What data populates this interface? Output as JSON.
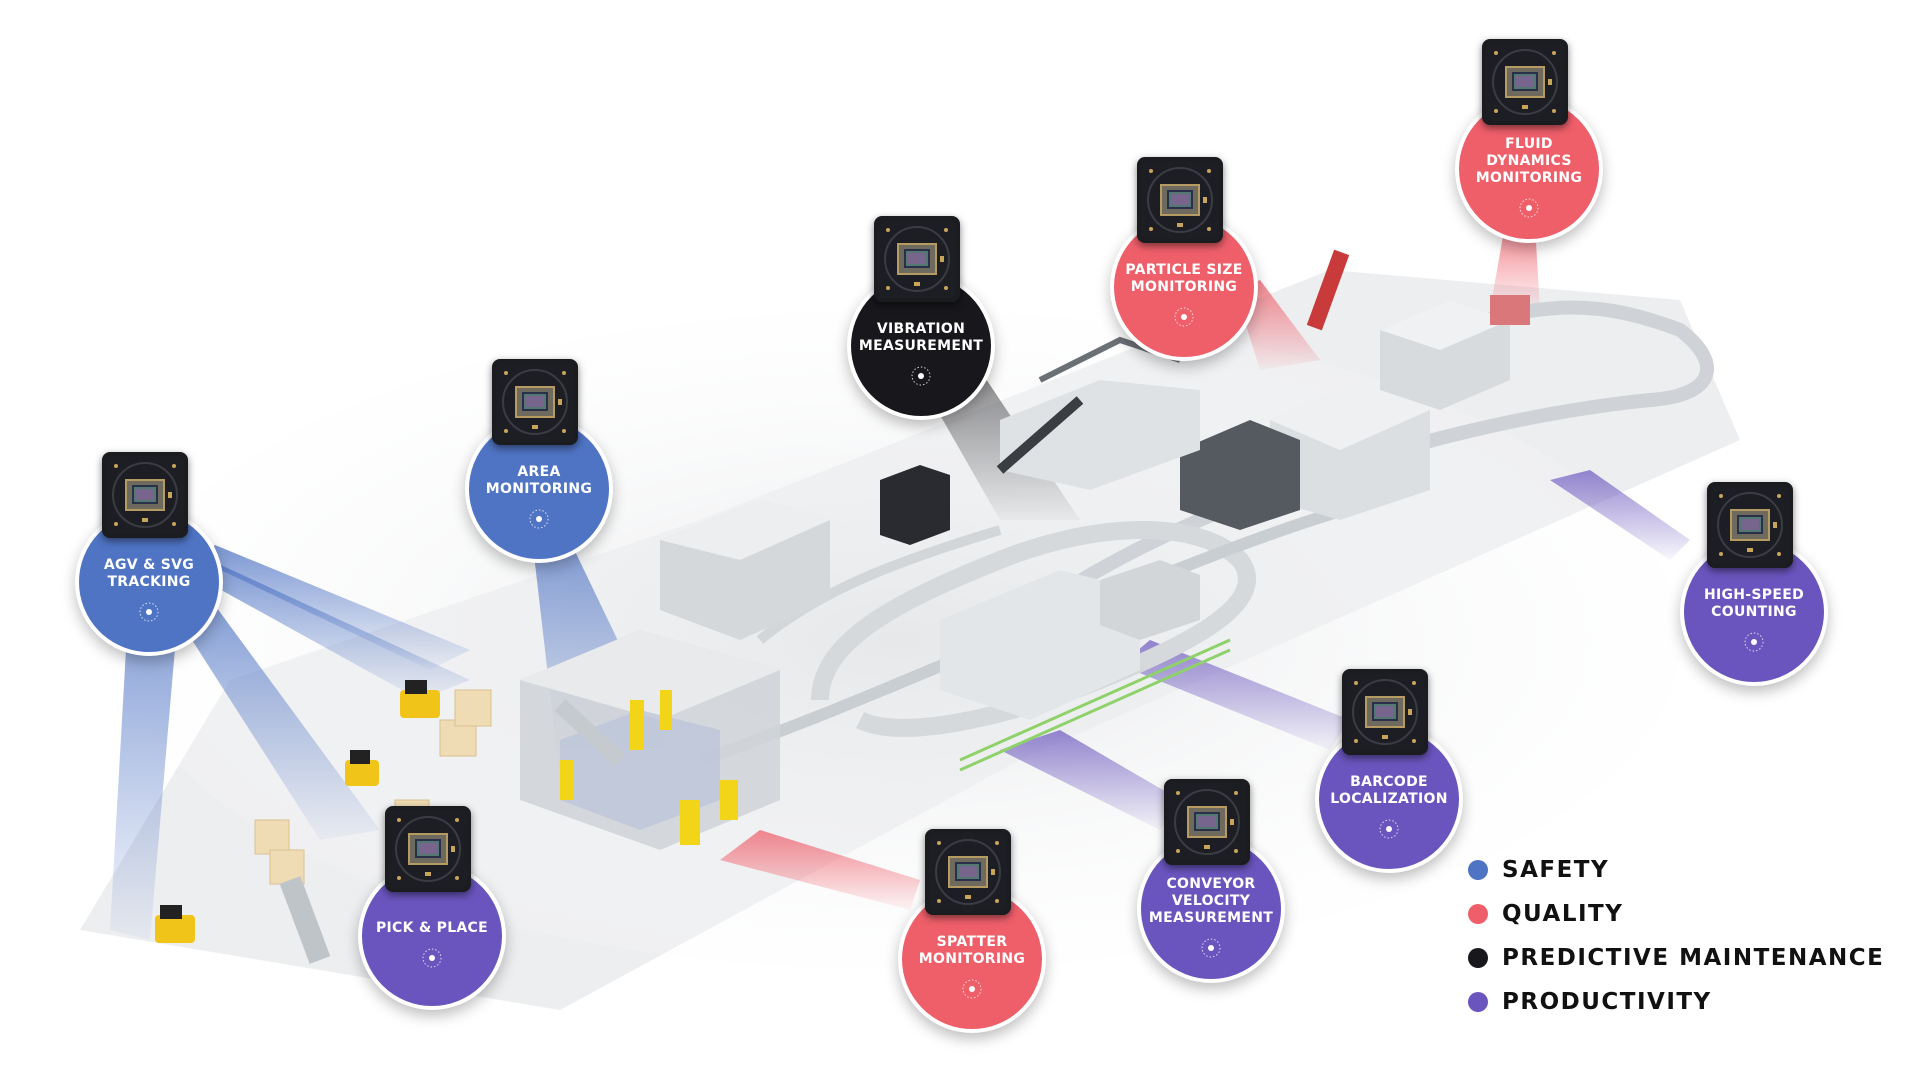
{
  "colors": {
    "safety": "#4f74c4",
    "quality": "#ef5f6a",
    "predictive_maintenance": "#17171c",
    "productivity": "#6a55be"
  },
  "sensors": [
    {
      "id": "agv",
      "label": "AGV & SVG TRACKING",
      "category": "safety"
    },
    {
      "id": "area",
      "label": "AREA MONITORING",
      "category": "safety"
    },
    {
      "id": "pick",
      "label": "PICK & PLACE",
      "category": "productivity"
    },
    {
      "id": "vibration",
      "label": "VIBRATION MEASUREMENT",
      "category": "predictive_maintenance"
    },
    {
      "id": "particle",
      "label": "PARTICLE SIZE MONITORING",
      "category": "quality"
    },
    {
      "id": "fluid",
      "label": "FLUID DYNAMICS MONITORING",
      "category": "quality"
    },
    {
      "id": "highspeed",
      "label": "HIGH-SPEED COUNTING",
      "category": "productivity"
    },
    {
      "id": "barcode",
      "label": "BARCODE LOCALIZATION",
      "category": "productivity"
    },
    {
      "id": "conveyor",
      "label": "CONVEYOR VELOCITY MEASUREMENT",
      "category": "productivity"
    },
    {
      "id": "spatter",
      "label": "SPATTER MONITORING",
      "category": "quality"
    }
  ],
  "legend": [
    {
      "label": "SAFETY",
      "category": "safety"
    },
    {
      "label": "QUALITY",
      "category": "quality"
    },
    {
      "label": "PREDICTIVE MAINTENANCE",
      "category": "predictive_maintenance"
    },
    {
      "label": "PRODUCTIVITY",
      "category": "productivity"
    }
  ]
}
